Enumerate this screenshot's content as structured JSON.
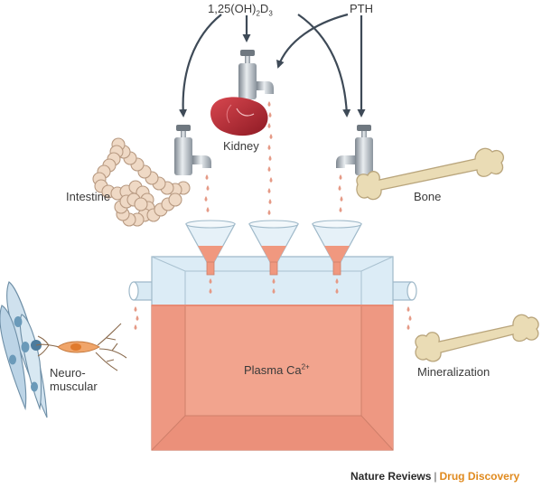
{
  "labels": {
    "vitd_base": "1,25(OH)",
    "vitd_sub1": "2",
    "vitd_mid": "D",
    "vitd_sub2": "3",
    "pth": "PTH",
    "kidney": "Kidney",
    "intestine": "Intestine",
    "bone": "Bone",
    "plasma": "Plasma Ca",
    "plasma_sup": "2+",
    "mineralization": "Mineralization",
    "neuro_line1": "Neuro-",
    "neuro_line2": "muscular"
  },
  "credit": {
    "journal": "Nature Reviews",
    "separator": "|",
    "section": "Drug Discovery"
  },
  "colors": {
    "arrow": "#3e4a57",
    "drop": "#e59a86",
    "plasma": "#f2a48e",
    "tank_glass": "#d5e8f3",
    "bone": "#eadcb5",
    "kidney": "#b8242f",
    "tap": "#9aa3ab",
    "nerve_cell": "#f0a56a",
    "muscle_cell": "#cfe1ee",
    "credit_accent": "#e08a1e"
  }
}
